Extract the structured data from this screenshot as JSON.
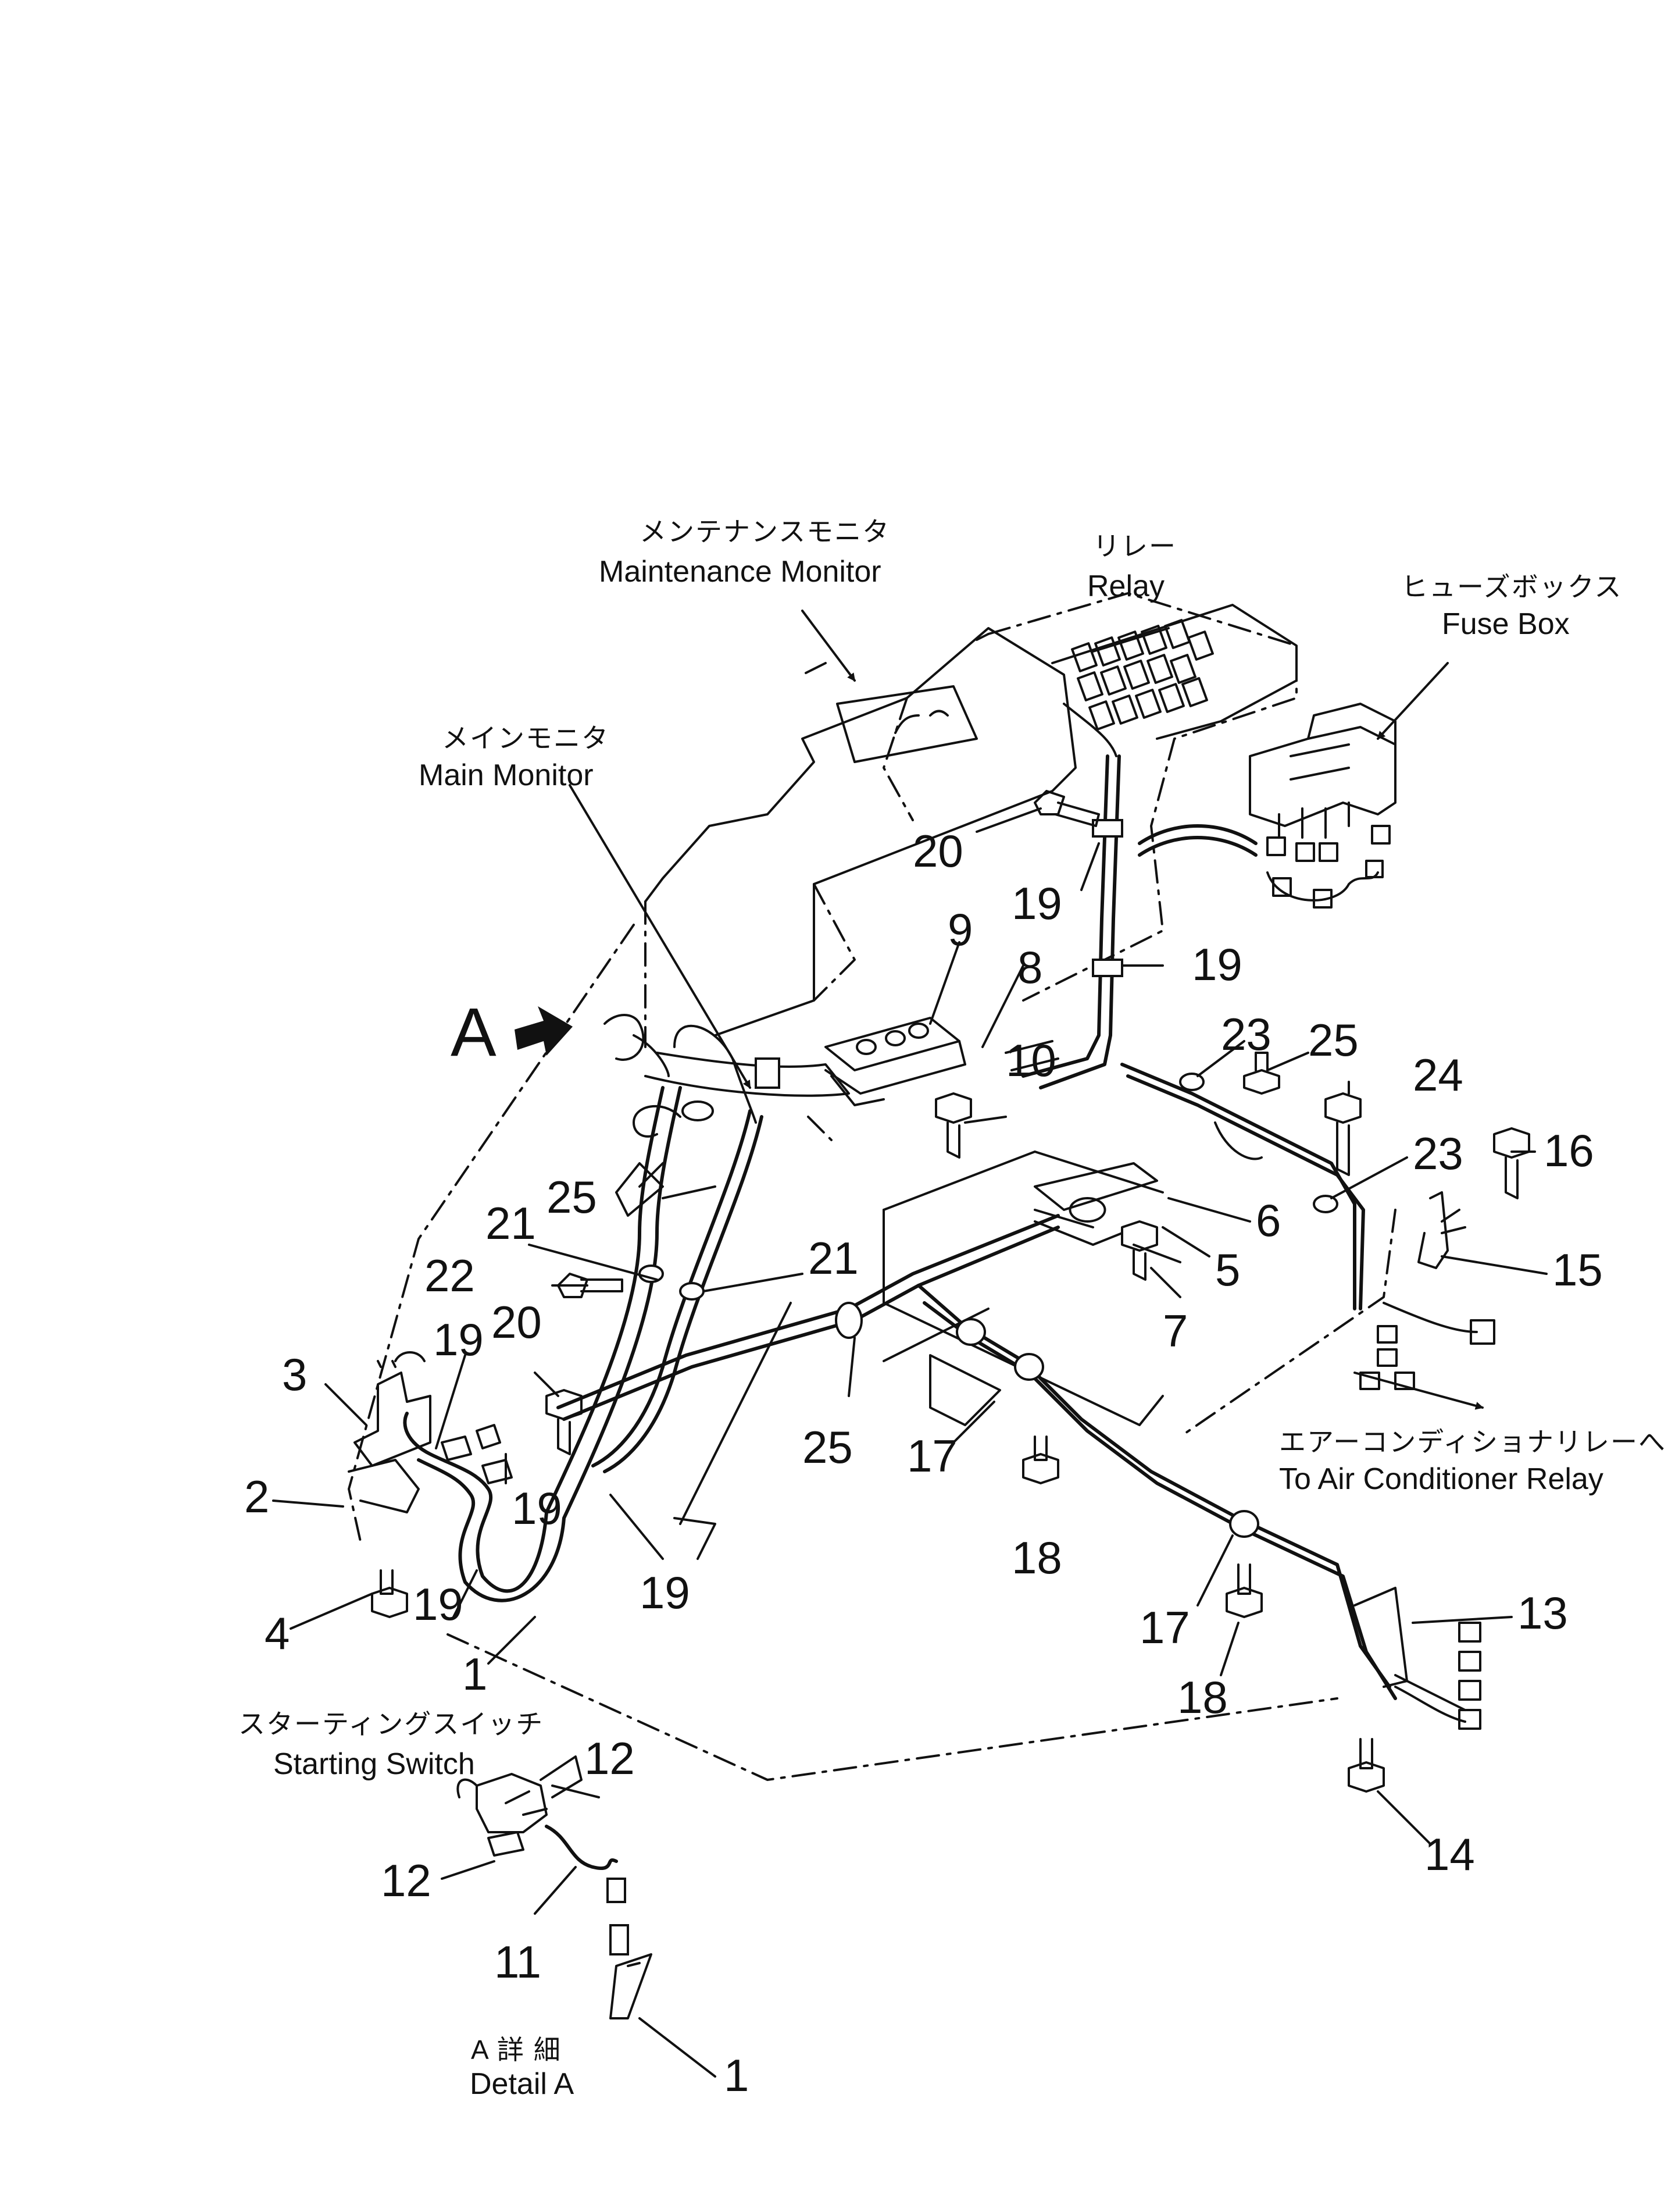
{
  "callouts": {
    "maintenance_monitor": {
      "jp": "メンテナンスモニタ",
      "en": "Maintenance Monitor"
    },
    "relay": {
      "jp": "リレー",
      "en": "Relay"
    },
    "fuse_box": {
      "jp": "ヒューズボックス",
      "en": "Fuse Box"
    },
    "main_monitor": {
      "jp": "メインモニタ",
      "en": "Main Monitor"
    },
    "air_conditioner_relay": {
      "jp": "エアーコンディショナリレーへ",
      "en": "To Air Conditioner Relay"
    },
    "starting_switch": {
      "jp": "スターティングスイッチ",
      "en": "Starting Switch"
    },
    "detail_a": {
      "jp": "A 詳 細",
      "en": "Detail A"
    },
    "view_a": "A"
  },
  "parts": {
    "p20a": "20",
    "p19a": "19",
    "p9": "9",
    "p8": "8",
    "p19b": "19",
    "p10": "10",
    "p23a": "23",
    "p25a": "25",
    "p24": "24",
    "p23b": "23",
    "p16": "16",
    "p6": "6",
    "p5": "5",
    "p15": "15",
    "p7": "7",
    "p25b": "25",
    "p21a": "21",
    "p21b": "21",
    "p22": "22",
    "p19c": "19",
    "p20b": "20",
    "p3": "3",
    "p25c": "25",
    "p17a": "17",
    "p2": "2",
    "p19d": "19",
    "p18a": "18",
    "p19e": "19",
    "p4": "4",
    "p19f": "19",
    "p17b": "17",
    "p13": "13",
    "p1a": "1",
    "p18b": "18",
    "p12a": "12",
    "p12b": "12",
    "p14": "14",
    "p11": "11",
    "p1b": "1"
  }
}
